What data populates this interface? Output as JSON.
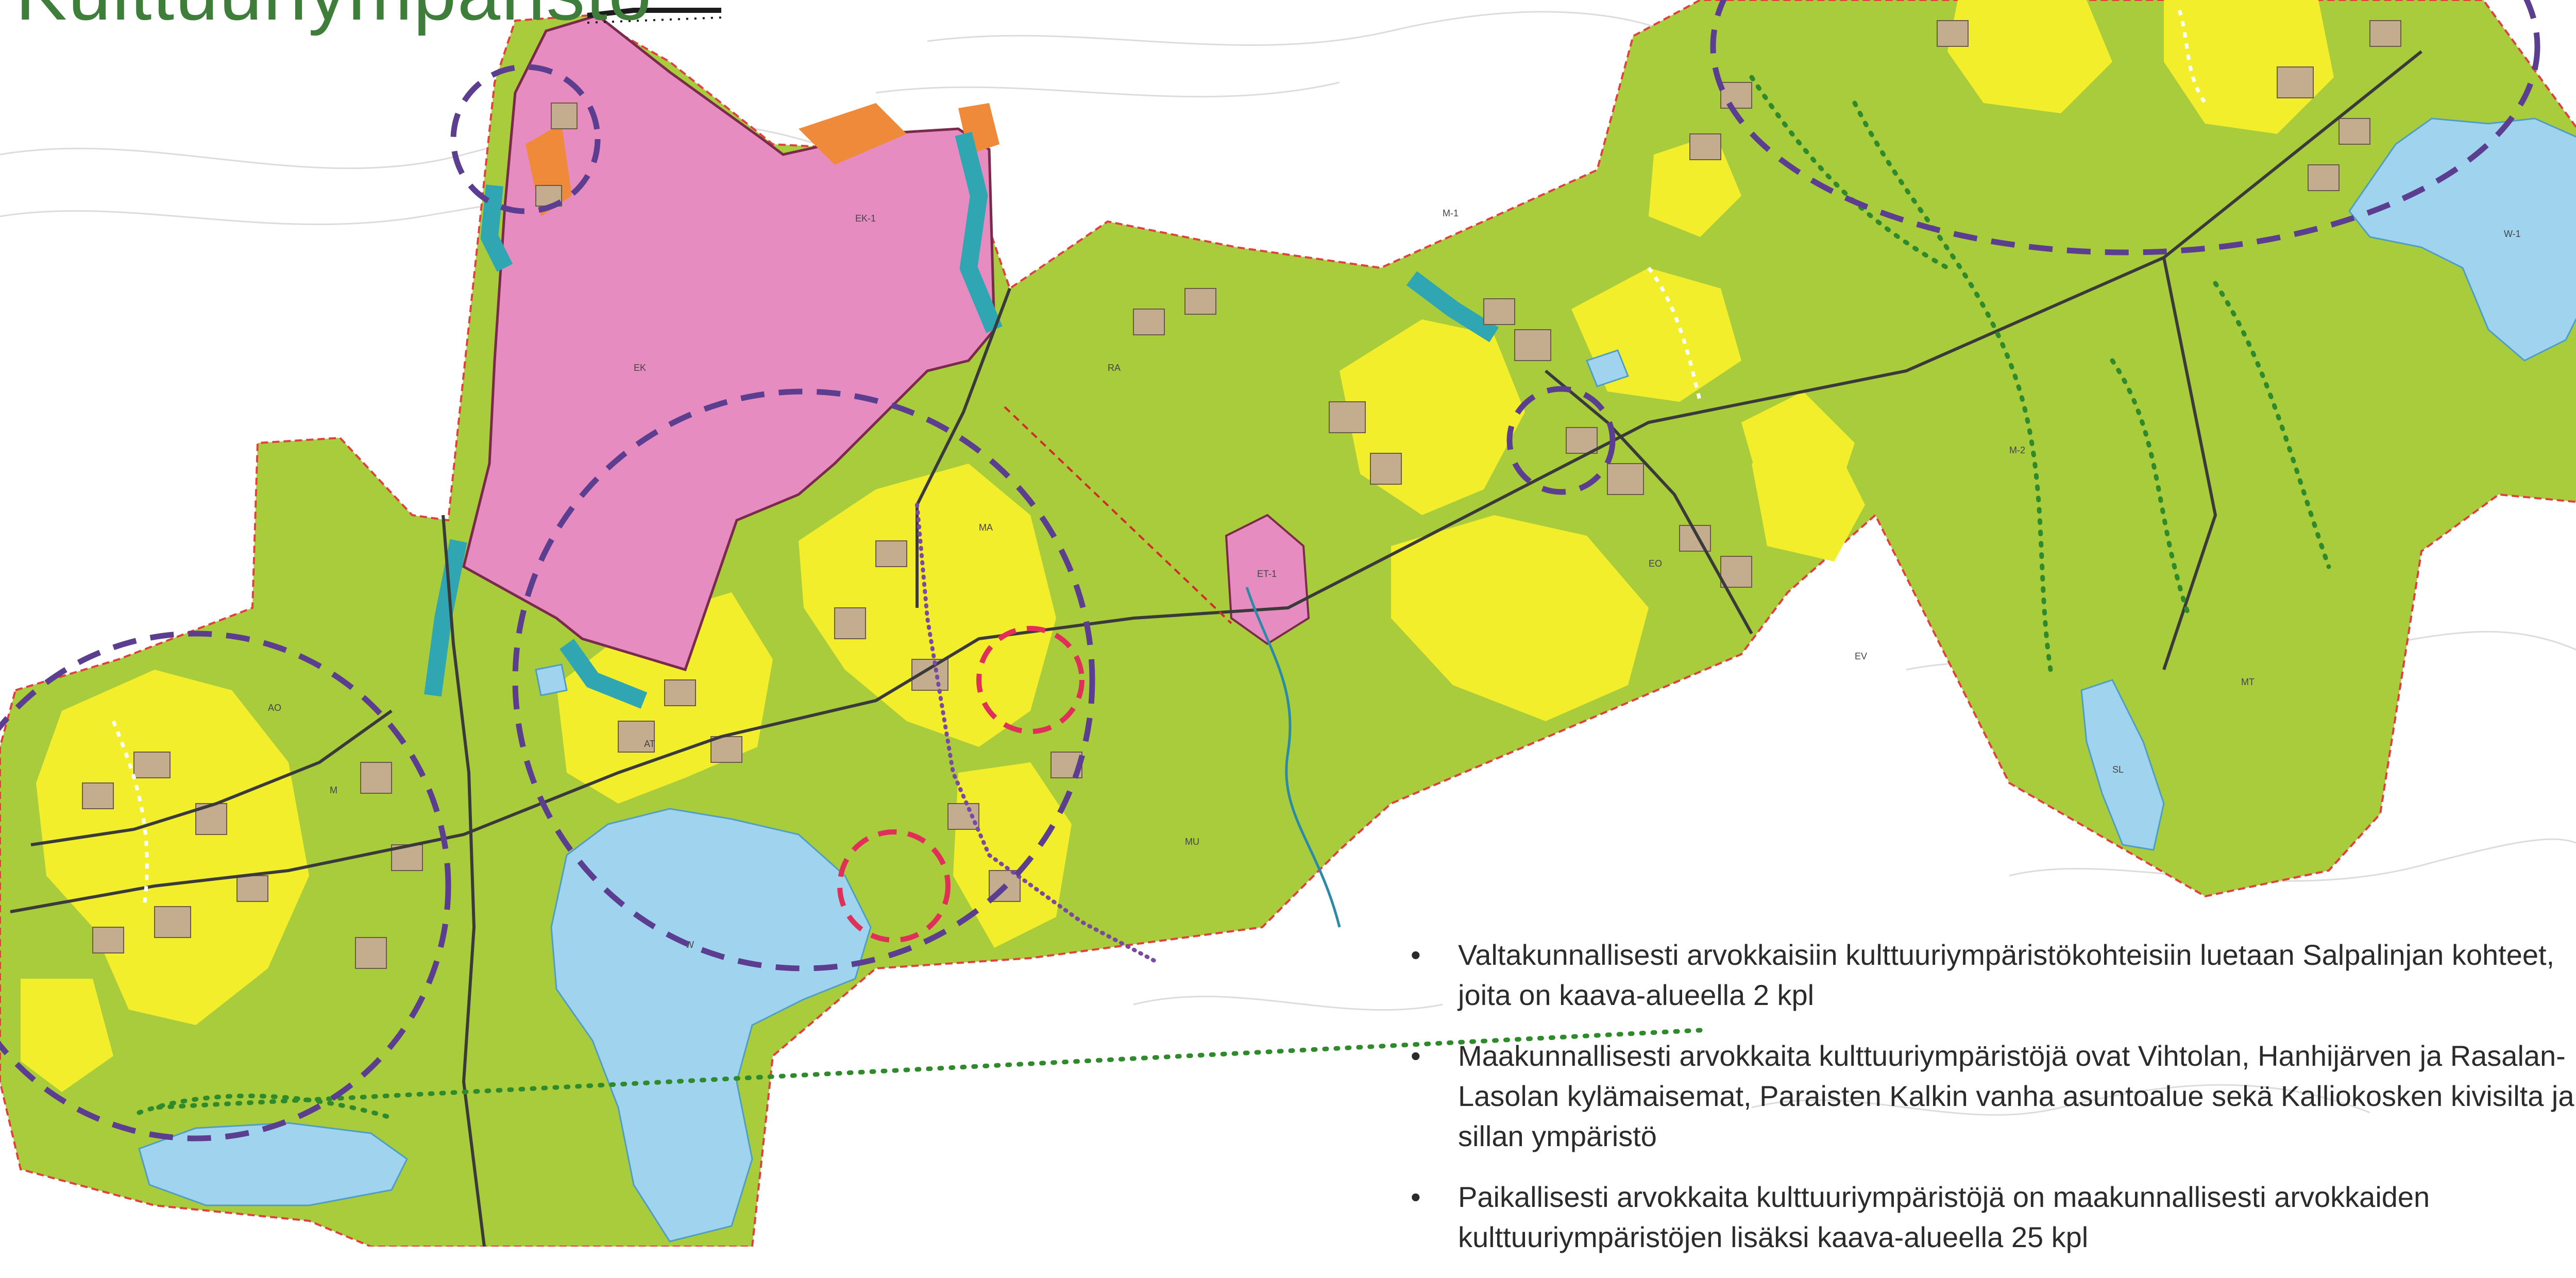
{
  "slide": {
    "title": "Kulttuuriympäristö"
  },
  "bullets": [
    "Valtakunnallisesti arvokkaisiin kulttuuriympäristökohteisiin luetaan Salpalinjan kohteet, joita on kaava-alueella 2 kpl",
    "Maakunnallisesti arvokkaita kulttuuriympäristöjä ovat Vihtolan, Hanhijärven ja Rasalan-Lasolan  kylämaisemat, Paraisten Kalkin vanha asuntoalue sekä Kalliokosken kivisilta ja sillan ympäristö",
    "Paikallisesti arvokkaita kulttuuriympäristöjä on maakunnallisesti arvokkaiden kulttuuriympäristöjen lisäksi kaava-alueella 25 kpl"
  ],
  "map": {
    "zone_labels": [
      "M",
      "M-1",
      "M-2",
      "MA",
      "MU",
      "AT",
      "AO",
      "EK-1",
      "EK",
      "EO",
      "ET-1",
      "W",
      "W-1",
      "EV",
      "SL",
      "RA",
      "MT"
    ]
  },
  "colors": {
    "forest_green": "#a8cc3c",
    "village_yellow": "#f3ee2c",
    "industrial_pink": "#e68cc0",
    "water_blue": "#9fd3ee",
    "buffer_teal": "#2fa6b2",
    "orange_area": "#ee8a3a",
    "building_tan": "#c4ad8e",
    "heritage_circle_purple": "#5b3e8f",
    "local_circle_red": "#e0305a",
    "title_green": "#3f7d3a"
  }
}
